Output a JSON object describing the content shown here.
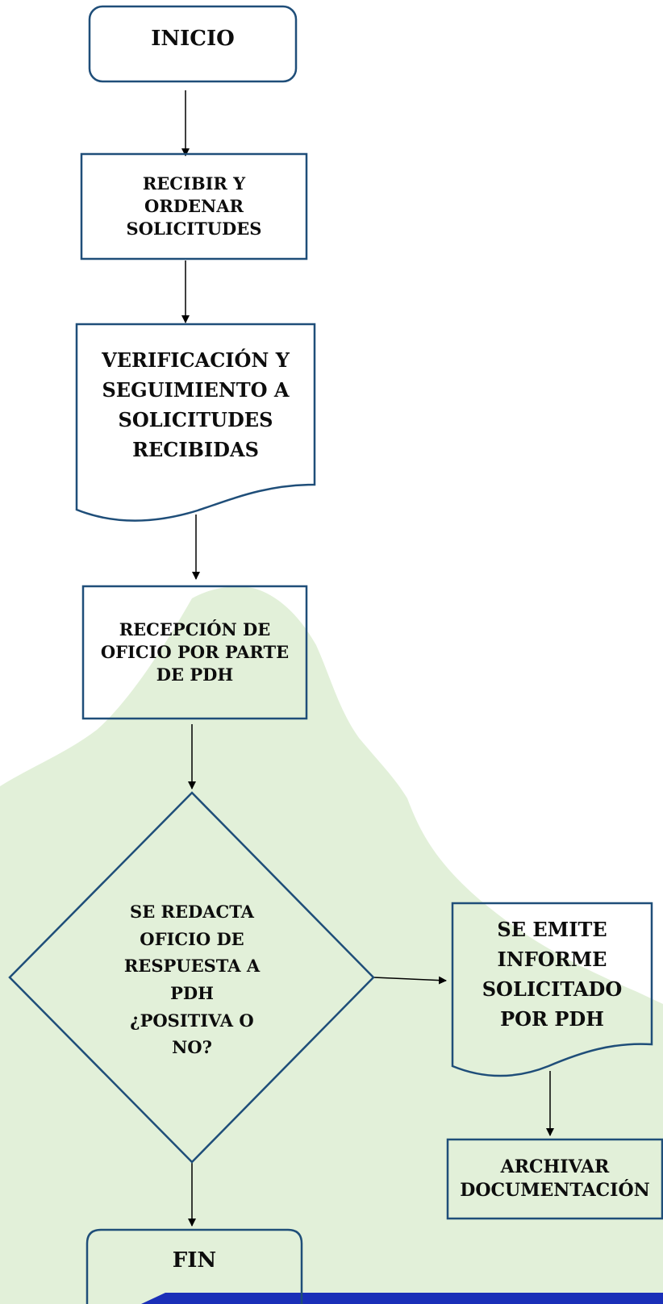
{
  "colors": {
    "stroke": "#1f4e79",
    "background_shape": "#e2f0d9",
    "footer_bar": "#1a2fb8"
  },
  "nodes": {
    "inicio": "INICIO",
    "recibir": "RECIBIR Y\nORDENAR\nSOLICITUDES",
    "verificacion": "VERIFICACIÓN Y\nSEGUIMIENTO A\nSOLICITUDES\nRECIBIDAS",
    "recepcion": "RECEPCIÓN DE\nOFICIO POR PARTE\nDE PDH",
    "decision": "SE REDACTA\nOFICIO DE\nRESPUESTA A\nPDH\n¿POSITIVA O\nNO?",
    "emite": "SE EMITE\nINFORME\nSOLICITADO\nPOR PDH",
    "archivar": "ARCHIVAR\nDOCUMENTACIÓN",
    "fin": "FIN"
  }
}
